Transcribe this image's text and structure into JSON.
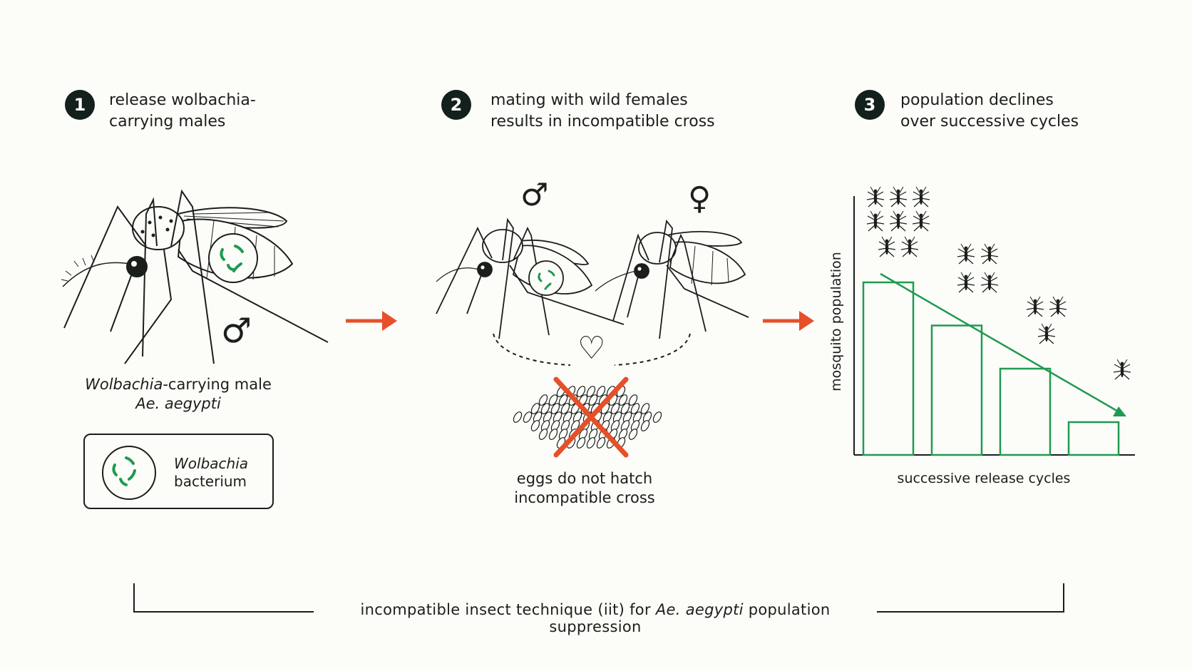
{
  "steps": [
    {
      "number": "1",
      "text": "release wolbachia-\ncarrying males"
    },
    {
      "number": "2",
      "text": "mating with wild females\nresults in incompatible cross"
    },
    {
      "number": "3",
      "text": "population declines\nover successive cycles"
    }
  ],
  "panel1": {
    "caption_italic": "Wolbachia",
    "caption_rest": "-carrying male",
    "caption_species": "Ae. aegypti",
    "male_symbol": "♂",
    "legend_line1": "Wolbachia",
    "legend_line2": "bacterium"
  },
  "panel2": {
    "male_symbol": "♂",
    "female_symbol": "♀",
    "heart": "♡",
    "caption_line1": "eggs do not hatch",
    "caption_line2": "incompatible cross"
  },
  "chart_data": {
    "type": "bar",
    "ylabel": "mosquito population",
    "xlabel": "successive release cycles",
    "values": [
      100,
      75,
      50,
      19
    ],
    "ylim": [
      0,
      150
    ],
    "trend": "decreasing",
    "grid": false
  },
  "footer": {
    "prefix": "incompatible insect technique (iit) for ",
    "species": "Ae. aegypti",
    "suffix": " population suppression"
  },
  "colors": {
    "accent_green": "#1f9a52",
    "arrow_orange": "#e5502a",
    "dark": "#13201b"
  }
}
